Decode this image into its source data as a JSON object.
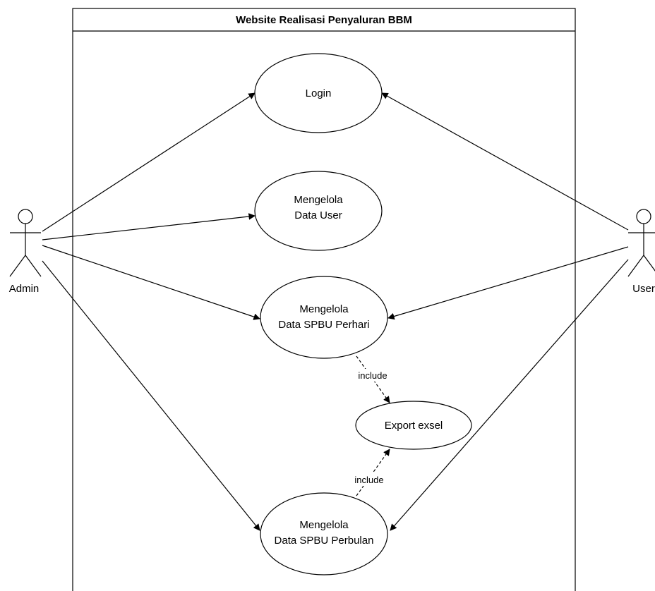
{
  "system": {
    "title": "Website Realisasi Penyaluran BBM"
  },
  "actors": {
    "admin": {
      "label": "Admin"
    },
    "user": {
      "label": "User"
    }
  },
  "use_cases": {
    "login": {
      "line1": "Login"
    },
    "manage_user": {
      "line1": "Mengelola",
      "line2": "Data User"
    },
    "spbu_daily": {
      "line1": "Mengelola",
      "line2": "Data SPBU Perhari"
    },
    "export": {
      "line1": "Export exsel"
    },
    "spbu_monthly": {
      "line1": "Mengelola",
      "line2": "Data SPBU Perbulan"
    }
  },
  "relations": {
    "include_top": "include",
    "include_bottom": "include"
  }
}
